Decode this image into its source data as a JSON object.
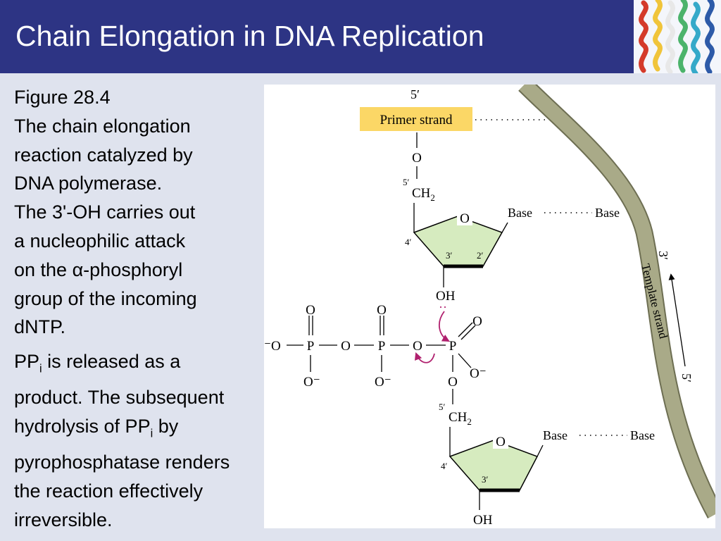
{
  "slide": {
    "title": "Chain Elongation in DNA Replication",
    "figure_label": "Figure 28.4",
    "caption_lines": [
      "The chain elongation",
      "reaction catalyzed by",
      "DNA polymerase.",
      "The 3'-OH carries out",
      "a nucleophilic attack",
      "on the α-phosphoryl",
      "group of the incoming",
      "dNTP."
    ],
    "para2": {
      "pp": "PP",
      "i": "i",
      "line1_rest": " is released as a",
      "line2": "product.  The subsequent",
      "line3_pre": "hydrolysis of PP",
      "line3_post": " by",
      "line4": "pyrophosphatase renders",
      "line5": "the reaction effectively",
      "line6": "irreversible."
    }
  },
  "diagram": {
    "primer_strand": "Primer strand",
    "template_strand": "Template strand",
    "five_prime": "5′",
    "three_prime": "3′",
    "four_prime": "4′",
    "two_prime": "2′",
    "base": "Base",
    "oxygen": "O",
    "ring_oxygen": "O",
    "phosphorus": "P",
    "o_minus": "O⁻",
    "minus_o": "⁻O",
    "ch": "CH",
    "sub2": "2",
    "oh": "OH",
    "dots": "··",
    "colors": {
      "sugar_fill": "#d6ebbf",
      "primer_box": "#fbd766",
      "template_strand": "#a9aa88",
      "arrow": "#b0206e",
      "header": "#2d3484"
    }
  }
}
